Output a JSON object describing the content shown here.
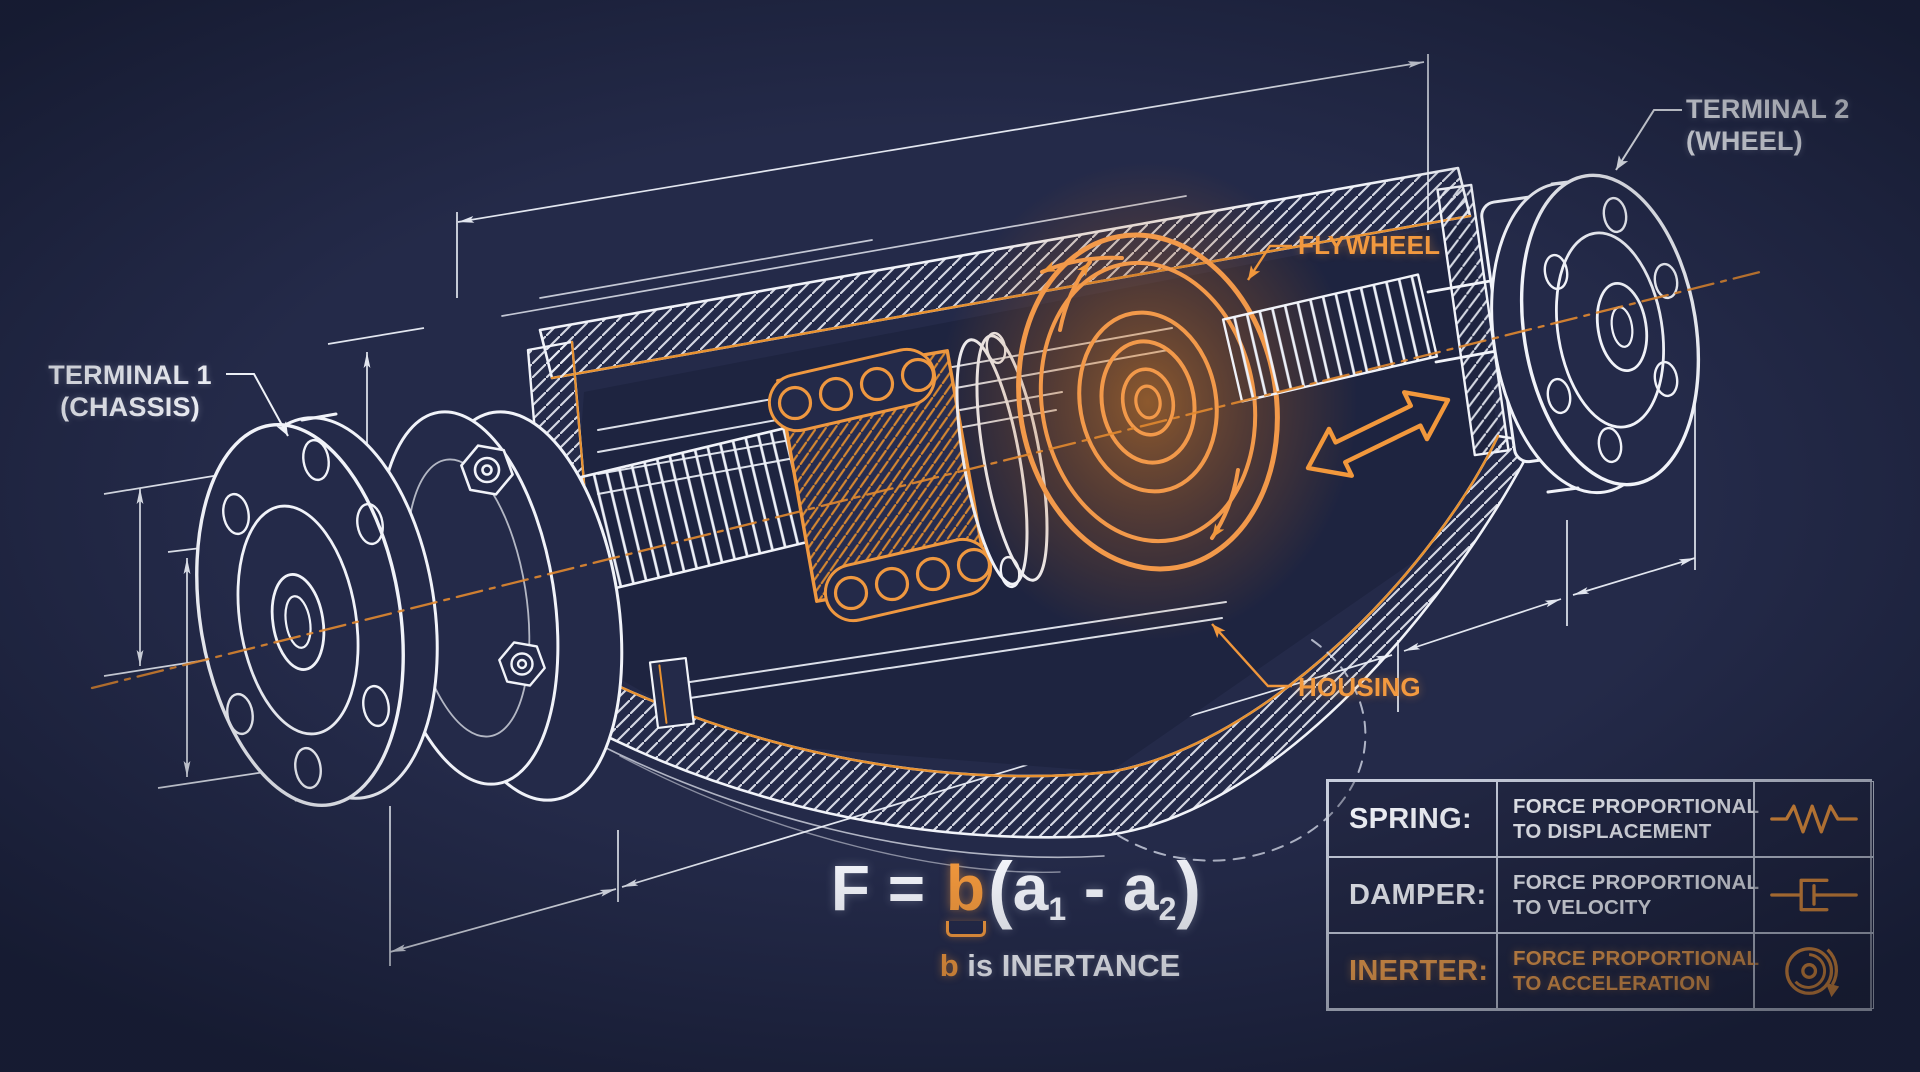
{
  "title": "Inerter cutaway blueprint diagram",
  "colors": {
    "background": "#242A49",
    "line_white": "#F1F3F9",
    "accent_orange": "#F0973C",
    "flywheel_glow": "#B3621F",
    "table_border": "#C7CDDC"
  },
  "labels": {
    "terminal1": {
      "line1": "TERMINAL 1",
      "line2": "(CHASSIS)"
    },
    "terminal2": {
      "line1": "TERMINAL 2",
      "line2": "(WHEEL)"
    },
    "flywheel": "FLYWHEEL",
    "housing": "HOUSING"
  },
  "formula": {
    "lhs": "F = ",
    "b": "b",
    "open_paren": "(",
    "a1": "a",
    "sub1": "1",
    "minus": " - ",
    "a2": "a",
    "sub2": "2",
    "close_paren": ")",
    "caption_b": "b",
    "caption_rest": " is INERTANCE"
  },
  "legend": {
    "rows": [
      {
        "term": "SPRING:",
        "desc_line1": "FORCE PROPORTIONAL",
        "desc_line2": "TO DISPLACEMENT",
        "icon": "spring-icon"
      },
      {
        "term": "DAMPER:",
        "desc_line1": "FORCE PROPORTIONAL",
        "desc_line2": "TO VELOCITY",
        "icon": "damper-icon"
      },
      {
        "term": "INERTER:",
        "desc_line1": "FORCE PROPORTIONAL",
        "desc_line2": "TO ACCELERATION",
        "icon": "inerter-icon"
      }
    ]
  }
}
